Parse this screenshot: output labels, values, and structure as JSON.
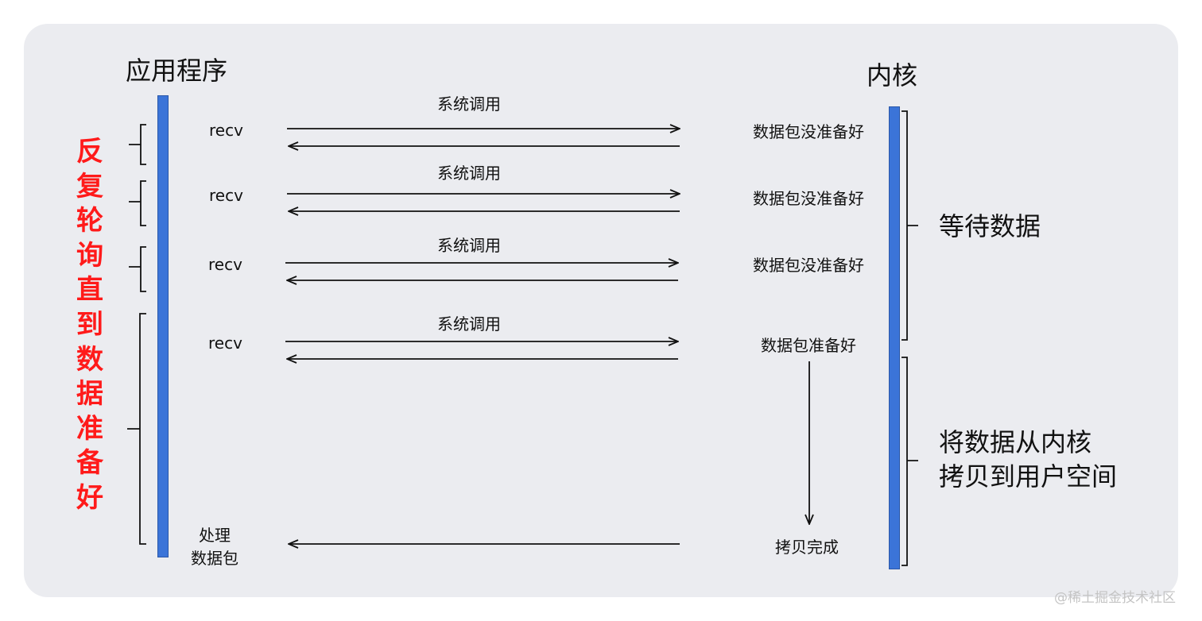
{
  "title_app": "应用程序",
  "title_kernel": "内核",
  "left_note": "反复轮询直到数据准备好",
  "steps": [
    {
      "call": "系统调用",
      "recv": "recv",
      "kernel": "数据包没准备好"
    },
    {
      "call": "系统调用",
      "recv": "recv",
      "kernel": "数据包没准备好"
    },
    {
      "call": "系统调用",
      "recv": "recv",
      "kernel": "数据包没准备好"
    },
    {
      "call": "系统调用",
      "recv": "recv",
      "kernel": "数据包准备好"
    }
  ],
  "process_line1": "处理",
  "process_line2": "数据包",
  "copy_done": "拷贝完成",
  "wait_data": "等待数据",
  "copy_line1": "将数据从内核",
  "copy_line2": "拷贝到用户空间",
  "watermark": "@稀土掘金技术社区",
  "colors": {
    "bar": "#3b74d8",
    "note": "#ff1a1a",
    "panel": "#ebecf0"
  }
}
